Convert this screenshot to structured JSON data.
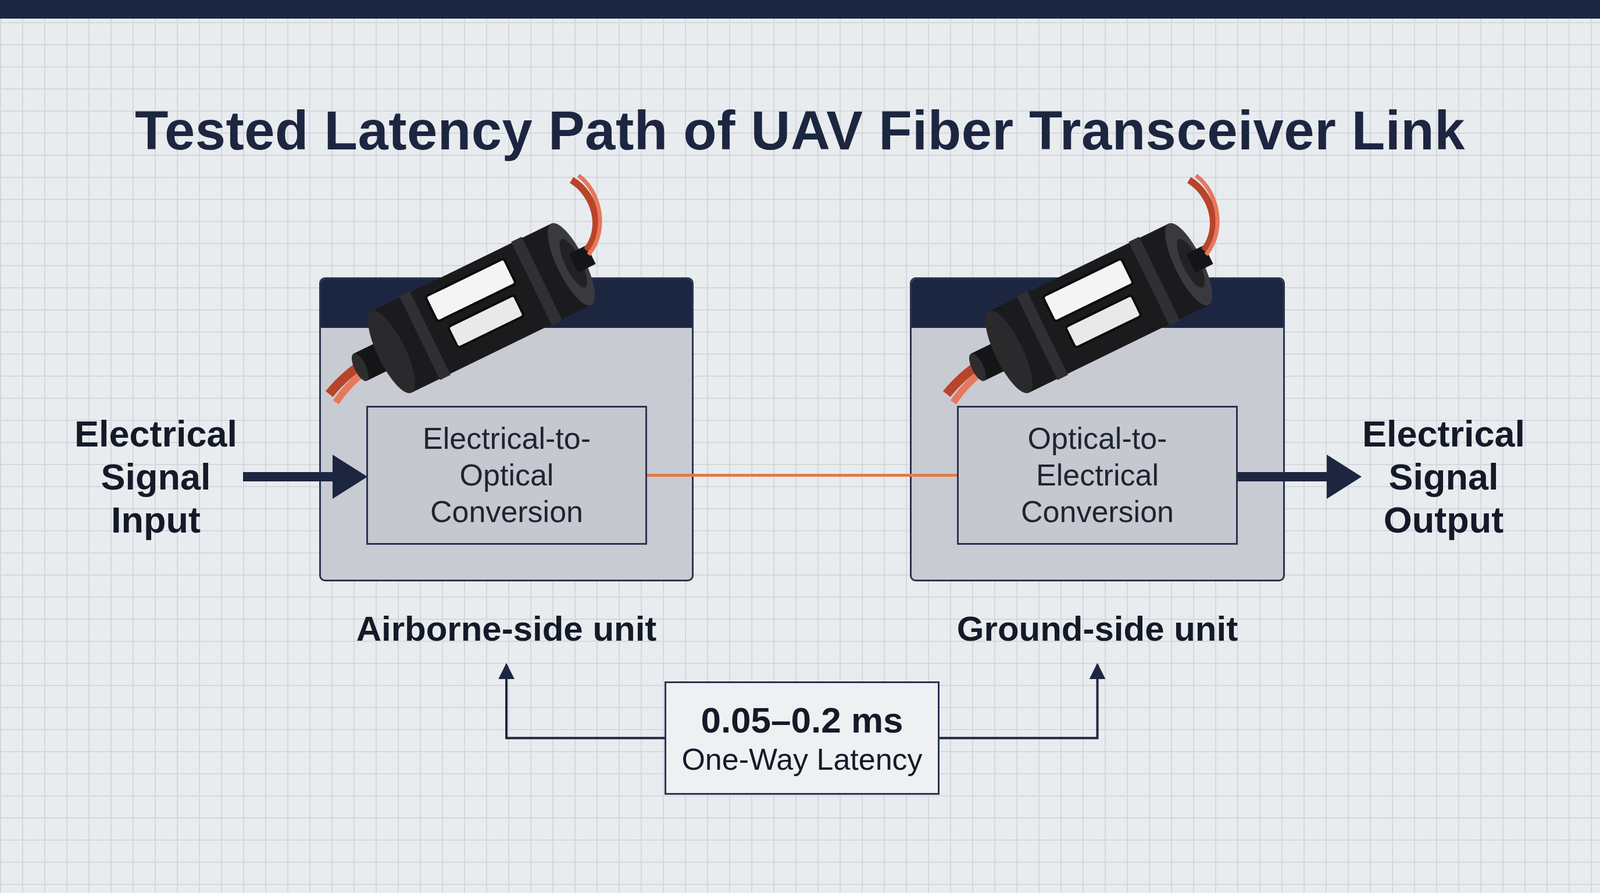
{
  "diagram": {
    "title": "Tested Latency Path of UAV Fiber Transceiver Link",
    "nodes": [
      {
        "text": [
          "Airborne-side unit"
        ]
      },
      {
        "text": [
          "Electrical-to- Optical Conversion"
        ],
        "in": 0
      },
      {
        "text": [
          "Ground-side unit"
        ]
      },
      {
        "text": [
          "Optical-to- Electrical Conversion"
        ],
        "in": 2
      },
      {
        "text": [
          "0.05–0.2 ms",
          "One-Way Latency"
        ]
      }
    ],
    "edges": [
      {
        "from": 1,
        "to": 3,
        "arrow": "none"
      },
      {
        "from": 4,
        "to": 0,
        "arrow": "to"
      },
      {
        "from": 4,
        "to": 2,
        "arrow": "to"
      }
    ],
    "labels": [
      "Electrical Signal Input",
      "Electrical Signal Output"
    ]
  }
}
